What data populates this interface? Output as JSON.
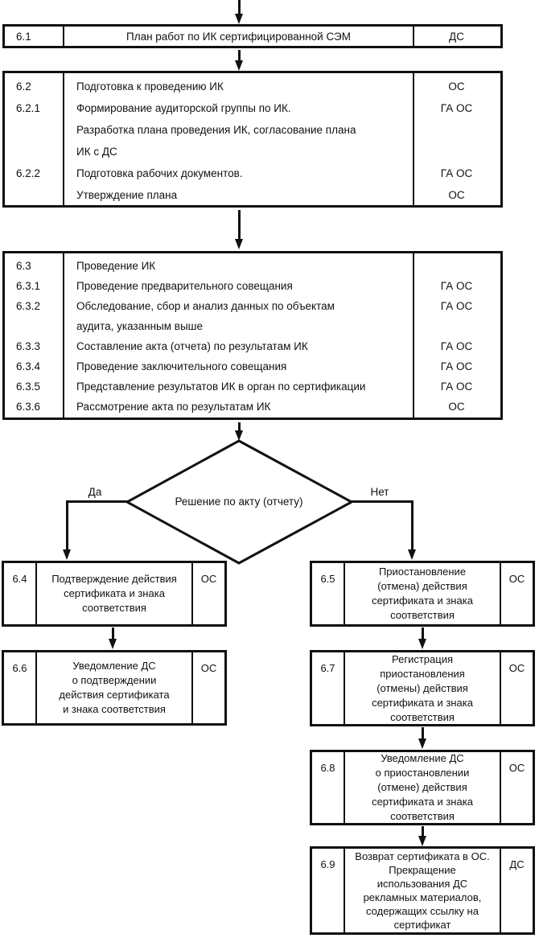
{
  "colors": {
    "ink": "#111111",
    "background": "#ffffff"
  },
  "diagram": {
    "block_6_1": {
      "num": "6.1",
      "text": "План работ по ИК сертифицированной СЭМ",
      "label": "ДС"
    },
    "block_6_2": {
      "rows": [
        {
          "num": "6.2",
          "text": "Подготовка к проведению ИК",
          "label": "ОС"
        },
        {
          "num": "6.2.1",
          "text": "Формирование аудиторской группы по ИК.",
          "label": "ГА ОС"
        },
        {
          "num": "",
          "text": "Разработка плана проведения ИК, согласование плана",
          "label": ""
        },
        {
          "num": "",
          "text": "ИК с ДС",
          "label": ""
        },
        {
          "num": "6.2.2",
          "text": "Подготовка рабочих документов.",
          "label": "ГА ОС"
        },
        {
          "num": "",
          "text": "Утверждение плана",
          "label": "ОС"
        }
      ]
    },
    "block_6_3": {
      "rows": [
        {
          "num": "6.3",
          "text": "Проведение ИК",
          "label": ""
        },
        {
          "num": "6.3.1",
          "text": "Проведение предварительного совещания",
          "label": "ГА ОС"
        },
        {
          "num": "6.3.2",
          "text": "Обследование, сбор и анализ данных по объектам",
          "label": "ГА ОС"
        },
        {
          "num": "",
          "text": "аудита, указанным выше",
          "label": ""
        },
        {
          "num": "6.3.3",
          "text": "Составление акта (отчета) по результатам ИК",
          "label": "ГА ОС"
        },
        {
          "num": "6.3.4",
          "text": "Проведение заключительного совещания",
          "label": "ГА ОС"
        },
        {
          "num": "6.3.5",
          "text": "Представление результатов ИК в орган по сертификации",
          "label": "ГА ОС"
        },
        {
          "num": "6.3.6",
          "text": "Рассмотрение акта по результатам ИК",
          "label": "ОС"
        }
      ]
    },
    "decision": {
      "text": "Решение по акту (отчету)",
      "yes_label": "Да",
      "no_label": "Нет"
    },
    "block_6_4": {
      "num": "6.4",
      "text": "Подтверждение действия\nсертификата и знака\nсоответствия",
      "label": "ОС"
    },
    "block_6_5": {
      "num": "6.5",
      "text": "Приостановление\n(отмена) действия\nсертификата и знака\nсоответствия",
      "label": "ОС"
    },
    "block_6_6": {
      "num": "6.6",
      "text": "Уведомление ДС\nо подтверждении\nдействия сертификата\nи знака соответствия",
      "label": "ОС"
    },
    "block_6_7": {
      "num": "6.7",
      "text": "Регистрация\nприостановления\n(отмены) действия\nсертификата и знака\nсоответствия",
      "label": "ОС"
    },
    "block_6_8": {
      "num": "6.8",
      "text": "Уведомление ДС\nо приостановлении\n(отмене) действия\nсертификата и знака\nсоответствия",
      "label": "ОС"
    },
    "block_6_9": {
      "num": "6.9",
      "text": "Возврат сертификата в ОС.\nПрекращение\nиспользования ДС\nрекламных материалов,\nсодержащих ссылку на\nсертификат",
      "label": "ДС"
    }
  }
}
